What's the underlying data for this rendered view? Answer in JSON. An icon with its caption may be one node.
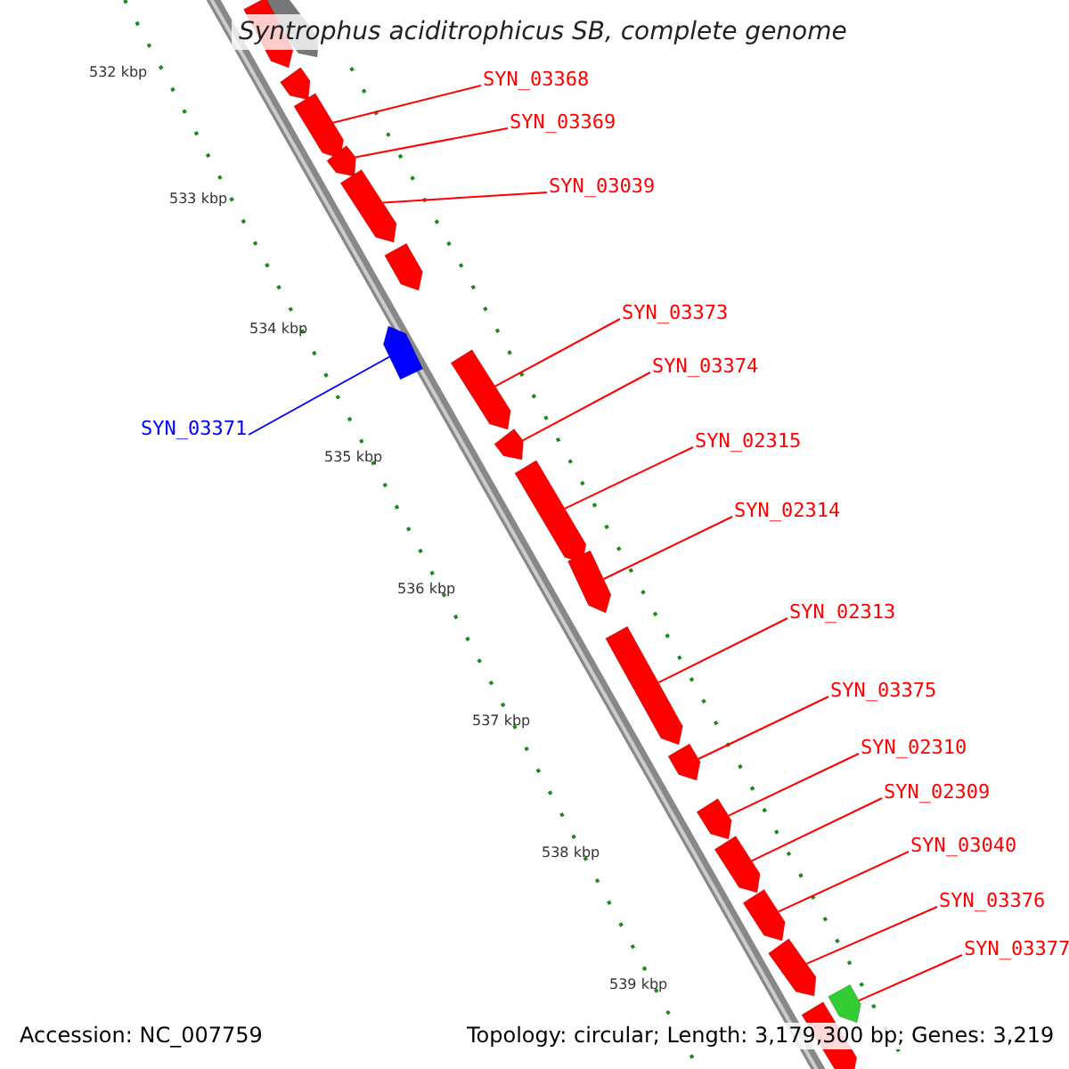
{
  "diagram": {
    "title": "Syntrophus aciditrophicus SB, complete genome",
    "nodes": [
      {
        "text": [
          "SYN_03368"
        ]
      },
      {
        "text": [
          "SYN_03369"
        ]
      },
      {
        "text": [
          "SYN_03039"
        ]
      },
      {
        "text": [
          "SYN_03373"
        ]
      },
      {
        "text": [
          "SYN_03374"
        ]
      },
      {
        "text": [
          "SYN_02315"
        ]
      },
      {
        "text": [
          "SYN_02314"
        ]
      },
      {
        "text": [
          "SYN_02313"
        ]
      },
      {
        "text": [
          "SYN_03375"
        ]
      },
      {
        "text": [
          "SYN_02310"
        ]
      },
      {
        "text": [
          "SYN_02309"
        ]
      },
      {
        "text": [
          "SYN_03040"
        ]
      },
      {
        "text": [
          "SYN_03376"
        ]
      },
      {
        "text": [
          "SYN_03377"
        ]
      },
      {
        "text": [
          "SYN_03371"
        ]
      },
      {
        "text": [],
        "shape": "arrow"
      },
      {
        "text": [],
        "shape": "arrow"
      },
      {
        "text": [],
        "shape": "arrow"
      },
      {
        "text": [],
        "shape": "arrow"
      },
      {
        "text": [],
        "shape": "arrow"
      },
      {
        "text": [],
        "shape": "arrow"
      },
      {
        "text": [],
        "shape": "arrow"
      },
      {
        "text": [],
        "shape": "arrow"
      },
      {
        "text": [],
        "shape": "arrow"
      },
      {
        "text": [],
        "shape": "arrow"
      },
      {
        "text": [],
        "shape": "arrow"
      },
      {
        "text": [],
        "shape": "arrow"
      },
      {
        "text": [],
        "shape": "arrow"
      },
      {
        "text": [],
        "shape": "arrow"
      },
      {
        "text": [],
        "shape": "arrow"
      },
      {
        "text": [],
        "shape": "arrow"
      },
      {
        "text": [],
        "shape": "arrow"
      },
      {
        "text": [],
        "shape": "arrow"
      },
      {
        "text": [],
        "shape": "arrow"
      },
      {
        "text": [],
        "shape": "arrow"
      }
    ],
    "edges": [
      {
        "from": 0,
        "to": 18,
        "arrow": "none"
      },
      {
        "from": 1,
        "to": 19,
        "arrow": "none"
      },
      {
        "from": 2,
        "to": 20,
        "arrow": "none"
      },
      {
        "from": 3,
        "to": 23,
        "arrow": "none"
      },
      {
        "from": 4,
        "to": 24,
        "arrow": "none"
      },
      {
        "from": 5,
        "to": 25,
        "arrow": "none"
      },
      {
        "from": 6,
        "to": 26,
        "arrow": "none"
      },
      {
        "from": 7,
        "to": 27,
        "arrow": "none"
      },
      {
        "from": 8,
        "to": 28,
        "arrow": "none"
      },
      {
        "from": 9,
        "to": 29,
        "arrow": "none"
      },
      {
        "from": 10,
        "to": 30,
        "arrow": "none"
      },
      {
        "from": 11,
        "to": 31,
        "arrow": "none"
      },
      {
        "from": 12,
        "to": 32,
        "arrow": "none"
      },
      {
        "from": 13,
        "to": 33,
        "arrow": "none"
      },
      {
        "from": 14,
        "to": 22,
        "arrow": "none",
        "color": "#0000ff"
      }
    ],
    "labels": [
      "532 kbp",
      "533 kbp",
      "534 kbp",
      "535 kbp",
      "536 kbp",
      "537 kbp",
      "538 kbp",
      "539 kbp",
      "Accession: NC_007759",
      "Topology: circular; Length: 3,179,300 bp; Genes: 3,219"
    ]
  }
}
